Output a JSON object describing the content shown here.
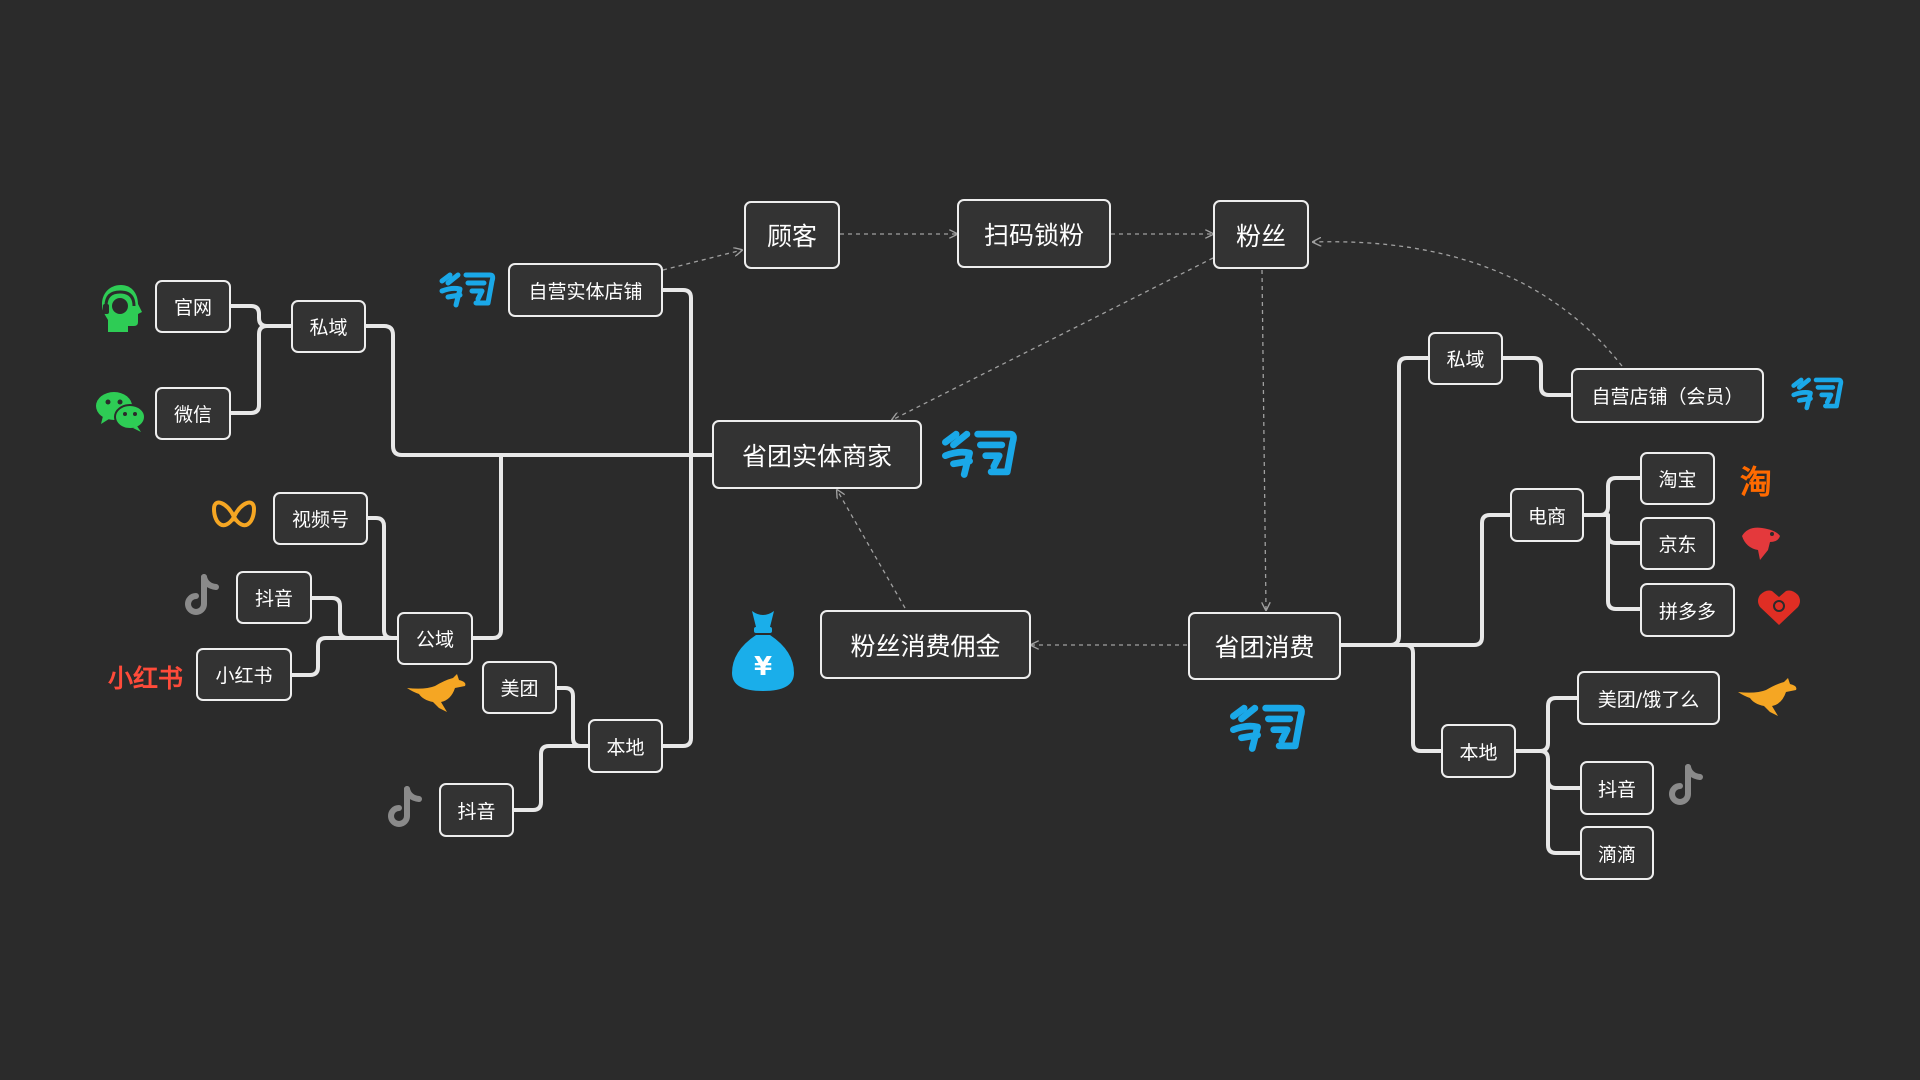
{
  "colors": {
    "background": "#2b2b2b",
    "node_border": "#eeeeee",
    "connector": "#e8e8e8",
    "dashed_arrow": "#a0a0a0",
    "brand_blue": "#1aa8e8",
    "wechat_green": "#2ecc55",
    "channels_orange": "#f5a623",
    "xiaohongshu_red": "#ff4b3a",
    "meituan_orange": "#f5a623",
    "taobao_orange": "#ff6a00",
    "jd_red": "#e4393c",
    "pdd_red": "#e02e24",
    "money_bag_blue": "#1aaeea"
  },
  "nodes": {
    "guanwang": "官网",
    "weixin": "微信",
    "siyu_left": "私域",
    "shipinhao": "视频号",
    "douyin_public": "抖音",
    "xiaohongshu": "小红书",
    "gongyu": "公域",
    "meituan_left": "美团",
    "douyin_local_left": "抖音",
    "bendi_left": "本地",
    "self_store": "自营实体店铺",
    "merchant": "省团实体商家",
    "customer": "顾客",
    "scan_lock": "扫码锁粉",
    "fans": "粉丝",
    "commission": "粉丝消费佣金",
    "consume": "省团消费",
    "siyu_right": "私域",
    "self_store_member": "自营店铺（会员）",
    "ecommerce": "电商",
    "taobao": "淘宝",
    "jd": "京东",
    "pdd": "拼多多",
    "bendi_right": "本地",
    "meituan_eleme": "美团/饿了么",
    "douyin_local_right": "抖音",
    "didi": "滴滴"
  },
  "logos": {
    "xiaohongshu_text": "小红书",
    "taobao_text": "淘",
    "money_symbol": "¥",
    "icons": [
      "headset-icon",
      "wechat-icon",
      "channels-icon",
      "tiktok-icon",
      "xiaohongshu-logo",
      "meituan-kangaroo-icon",
      "shengtuan-logo",
      "money-bag-icon",
      "taobao-logo",
      "jd-dog-icon",
      "pinduoduo-icon"
    ]
  }
}
